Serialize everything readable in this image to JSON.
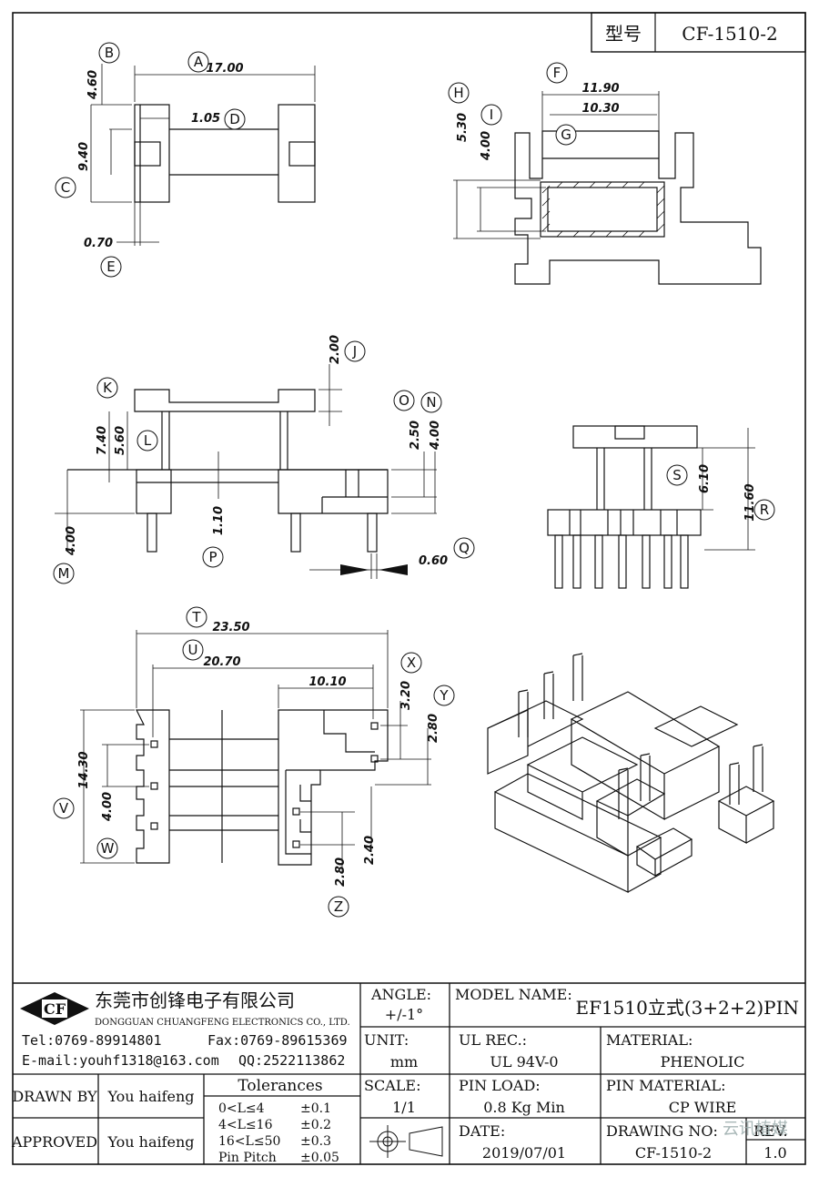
{
  "header": {
    "model_label": "型号",
    "model_value": "CF-1510-2"
  },
  "dims": {
    "A": "17.00",
    "B": "4.60",
    "C": "9.40",
    "D": "1.05",
    "E": "0.70",
    "F": "11.90",
    "G": "10.30",
    "H": "5.30",
    "I": "4.00",
    "J": "2.00",
    "K": "7.40",
    "L": "5.60",
    "M": "4.00",
    "N": "4.00",
    "O": "2.50",
    "P": "1.10",
    "Q": "0.60",
    "R": "11.60",
    "S": "6.10",
    "T": "23.50",
    "U": "20.70",
    "V": "14.30",
    "W": "4.00",
    "X": "3.20",
    "Y": "2.80",
    "Z1": "2.80",
    "Z2": "2.40",
    "X2": "10.10"
  },
  "letters": [
    "A",
    "B",
    "C",
    "D",
    "E",
    "F",
    "G",
    "H",
    "I",
    "J",
    "K",
    "L",
    "M",
    "N",
    "O",
    "P",
    "Q",
    "R",
    "S",
    "T",
    "U",
    "V",
    "W",
    "X",
    "Y",
    "Z"
  ],
  "company": {
    "logo": "CF",
    "name_cn": "东莞市创锋电子有限公司",
    "name_en": "DONGGUAN CHUANGFENG ELECTRONICS CO., LTD.",
    "tel": "Tel:0769-89914801",
    "fax": "Fax:0769-89615369",
    "email": "E-mail:youhf1318@163.com",
    "qq": "QQ:2522113862"
  },
  "titleblock": {
    "angle_label": "ANGLE:",
    "angle_value": "+/-1°",
    "model_name_label": "MODEL NAME:",
    "model_name_value": "EF1510立式(3+2+2)PIN",
    "unit_label": "UNIT:",
    "unit_value": "mm",
    "ul_label": "UL REC.:",
    "ul_value": "UL 94V-0",
    "material_label": "MATERIAL:",
    "material_value": "PHENOLIC",
    "drawn_label": "DRAWN BY",
    "drawn_value": "You haifeng",
    "approved_label": "APPROVED",
    "approved_value": "You haifeng",
    "tolerances_title": "Tolerances",
    "tolerances": [
      {
        "range": "0<L≤4",
        "value": "±0.1"
      },
      {
        "range": "4<L≤16",
        "value": "±0.2"
      },
      {
        "range": "16<L≤50",
        "value": "±0.3"
      },
      {
        "range": "Pin Pitch",
        "value": "±0.05"
      }
    ],
    "scale_label": "SCALE:",
    "scale_value": "1/1",
    "pinload_label": "PIN LOAD:",
    "pinload_value": "0.8 Kg Min",
    "pinmat_label": "PIN MATERIAL:",
    "pinmat_value": "CP WIRE",
    "date_label": "DATE:",
    "date_value": "2019/07/01",
    "drawing_label": "DRAWING NO:",
    "drawing_value": "CF-1510-2",
    "rev_label": "REV.",
    "rev_value": "1.0",
    "watermark": "云讯植媒"
  }
}
